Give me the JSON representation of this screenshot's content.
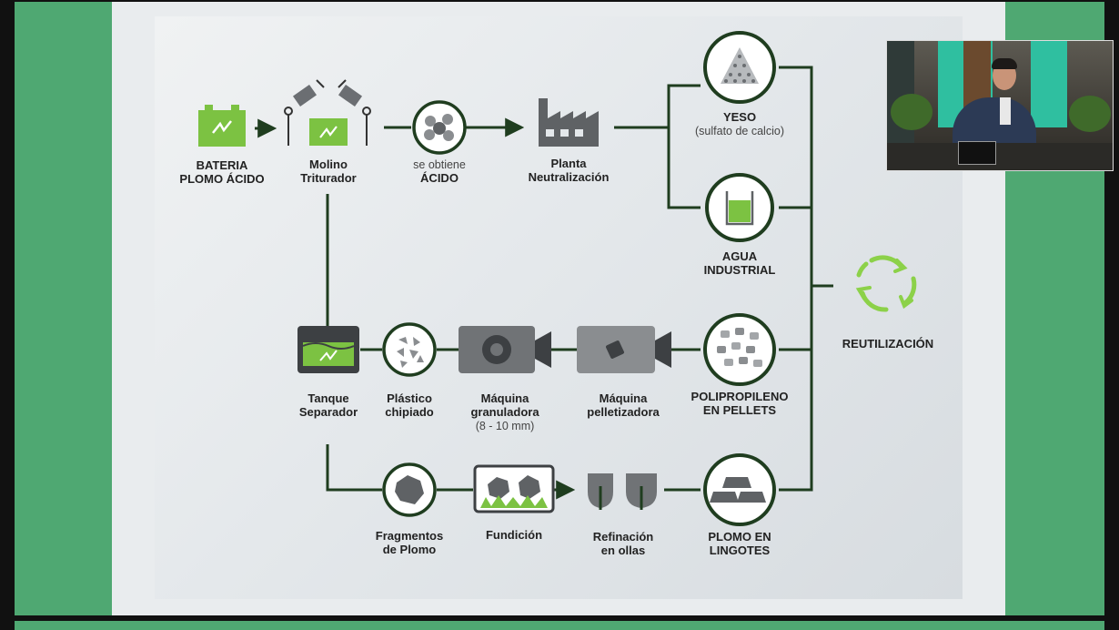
{
  "nodes": {
    "bateria": {
      "line1": "BATERIA",
      "line2": "PLOMO ÁCIDO"
    },
    "molino": {
      "line1": "Molino",
      "line2": "Triturador"
    },
    "acido": {
      "line1": "se obtiene",
      "line2": "ÁCIDO"
    },
    "planta": {
      "line1": "Planta",
      "line2": "Neutralización"
    },
    "yeso": {
      "line1": "YESO",
      "line2": "(sulfato de calcio)"
    },
    "agua": {
      "line1": "AGUA",
      "line2": "INDUSTRIAL"
    },
    "reutilizacion": {
      "label": "REUTILIZACIÓN"
    },
    "tanque": {
      "line1": "Tanque",
      "line2": "Separador"
    },
    "plastico": {
      "line1": "Plástico",
      "line2": "chipiado"
    },
    "granuladora": {
      "line1": "Máquina",
      "line2": "granuladora",
      "line3": "(8 - 10 mm)"
    },
    "pelletizadora": {
      "line1": "Máquina",
      "line2": "pelletizadora"
    },
    "polipropileno": {
      "line1": "POLIPROPILENO",
      "line2": "EN PELLETS"
    },
    "fragmentos": {
      "line1": "Fragmentos",
      "line2": "de Plomo"
    },
    "fundicion": {
      "line1": "Fundición"
    },
    "refinacion": {
      "line1": "Refinación",
      "line2": "en ollas"
    },
    "plomo": {
      "line1": "PLOMO EN",
      "line2": "LINGOTES"
    }
  },
  "colors": {
    "accent_green": "#7cc242",
    "dark_green": "#1f3d1f",
    "frame_green": "#4fa872",
    "icon_gray": "#5f6265"
  },
  "icons": {
    "bateria": "battery-icon",
    "molino": "crusher-icon",
    "acido": "acid-molecule-icon",
    "planta": "factory-icon",
    "yeso": "gypsum-pile-icon",
    "agua": "water-beaker-icon",
    "reutilizacion": "recycle-arrows-icon",
    "tanque": "separator-tank-icon",
    "plastico": "chipped-plastic-icon",
    "granuladora": "granulator-machine-icon",
    "pelletizadora": "pelletizer-machine-icon",
    "polipropileno": "pellets-icon",
    "fragmentos": "lead-fragment-icon",
    "fundicion": "smelting-icon",
    "refinacion": "refining-pots-icon",
    "plomo": "lead-ingots-icon"
  }
}
